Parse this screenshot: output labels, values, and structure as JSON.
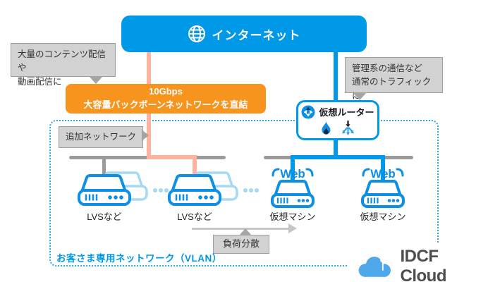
{
  "diagram_title": "IDCF Cloud network diagram",
  "internet": {
    "label": "インターネット"
  },
  "callout_left": {
    "line1": "大量のコンテンツ配信や",
    "line2": "動画配信に"
  },
  "backbone": {
    "line1": "10Gbps",
    "line2": "大容量バックボーンネットワークを直結"
  },
  "callout_right": {
    "line1": "管理系の通信など",
    "line2": "通常のトラフィックに"
  },
  "router": {
    "label": "仮想ルーター"
  },
  "vlan": {
    "additional_network_label": "追加ネットワーク",
    "lvs": [
      {
        "label": "LVSなど"
      },
      {
        "label": "LVSなど"
      }
    ],
    "vms": [
      {
        "badge": "Web",
        "label": "仮想マシン"
      },
      {
        "badge": "Web",
        "label": "仮想マシン"
      }
    ],
    "load_balance_label": "負荷分散",
    "vlan_label": "お客さま専用ネットワーク（VLAN）"
  },
  "logo": {
    "text": "IDCF Cloud"
  },
  "icons": {
    "internet": "globe-icon",
    "router": "router-circle-icon",
    "firewall": "flame-icon",
    "load_balancer": "split-arrows-icon",
    "servers": "server-icon",
    "logo": "cloud-icon"
  },
  "colors": {
    "brand_blue": "#0099E8",
    "orange": "#F7941E",
    "salmon_line": "#FFB39E",
    "gray_line": "#9B9B9B",
    "ghost_blue": "#A6D9F6",
    "callout_bg": "#D2D2D2",
    "dashed_border": "#2FA6E8",
    "logo_text": "#4D4D4D"
  }
}
